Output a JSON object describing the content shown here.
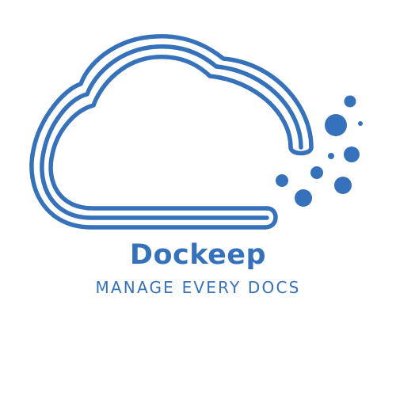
{
  "brand": {
    "name": "Dockeep",
    "tagline": "MANAGE EVERY DOCS",
    "color": "#3672bb"
  },
  "icons": {
    "cloud": "cloud-icon",
    "dots": "scattered-dots"
  }
}
